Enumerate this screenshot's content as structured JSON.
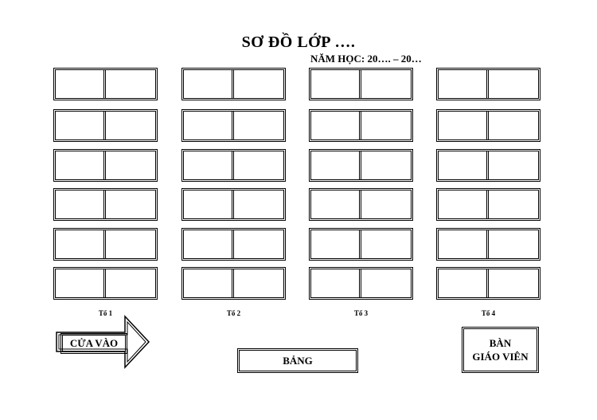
{
  "header": {
    "title": "SƠ ĐỒ LỚP ….",
    "school_year": "NĂM HỌC: 20…. – 20…"
  },
  "groups": [
    {
      "label": "Tổ 1"
    },
    {
      "label": "Tổ 2"
    },
    {
      "label": "Tổ 3"
    },
    {
      "label": "Tổ 4"
    }
  ],
  "door": {
    "label": "CỬA VÀO"
  },
  "board": {
    "label": "BẢNG"
  },
  "teacher_desk": {
    "line1": "BÀN",
    "line2": "GIÁO VIÊN"
  }
}
